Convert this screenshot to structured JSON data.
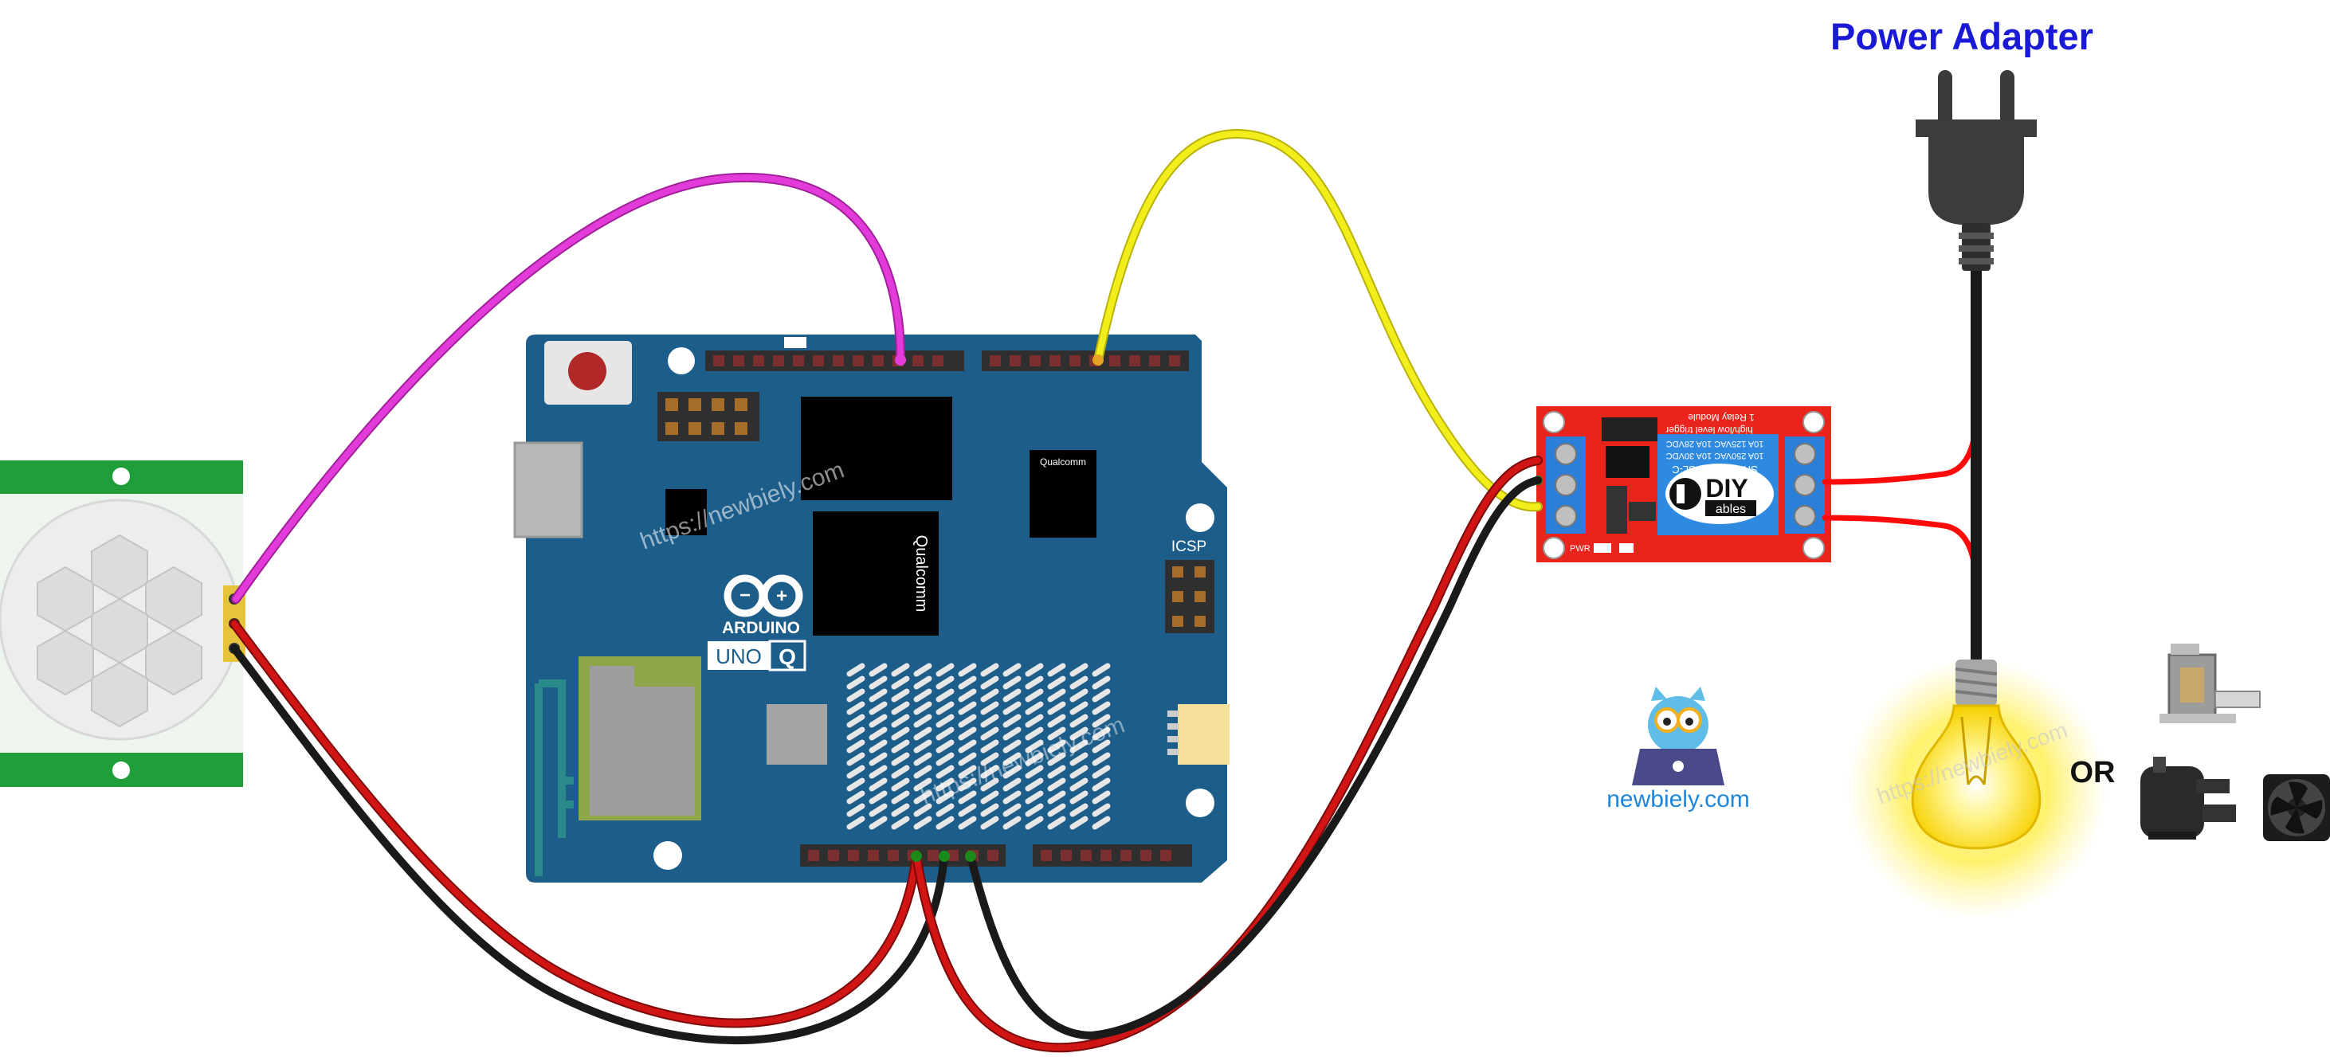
{
  "title": "Power Adapter",
  "board": {
    "brand": "ARDUINO",
    "model": "UNO",
    "model_suffix": "Q",
    "chip_label_1": "Qualcomm",
    "chip_label_2": "Qualcomm",
    "icsp_label": "ICSP"
  },
  "relay": {
    "title": "1 Relay Module",
    "trigger": "high/low level trigger",
    "relay_text_1": "SRD-05VDC-SL-C",
    "relay_text_2": "10A 250VAC 10A 30VDC",
    "relay_text_3": "10A 125VAC 10A 28VDC",
    "logo_1": "DIY",
    "logo_2": "ables",
    "pwr": "PWR"
  },
  "watermark": "https://newbiely.com",
  "brand_logo_text": "newbiely.com",
  "or_label": "OR",
  "colors": {
    "title": "#1a1ad6",
    "board": "#1d5d8a",
    "relay": "#e8241d",
    "wire_pink": "#e23bd9",
    "wire_yellow": "#f2ee1b",
    "wire_red": "#d11414",
    "wire_black": "#1a1a1a",
    "sensor_green": "#1f9e3a",
    "brand_blue": "#1d87e0"
  },
  "icons": [
    "pir-sensor-icon",
    "arduino-uno-q-board-icon",
    "relay-module-icon",
    "power-plug-icon",
    "light-bulb-icon",
    "solenoid-lock-icon",
    "water-pump-icon",
    "cooling-fan-icon",
    "owl-laptop-logo-icon"
  ]
}
